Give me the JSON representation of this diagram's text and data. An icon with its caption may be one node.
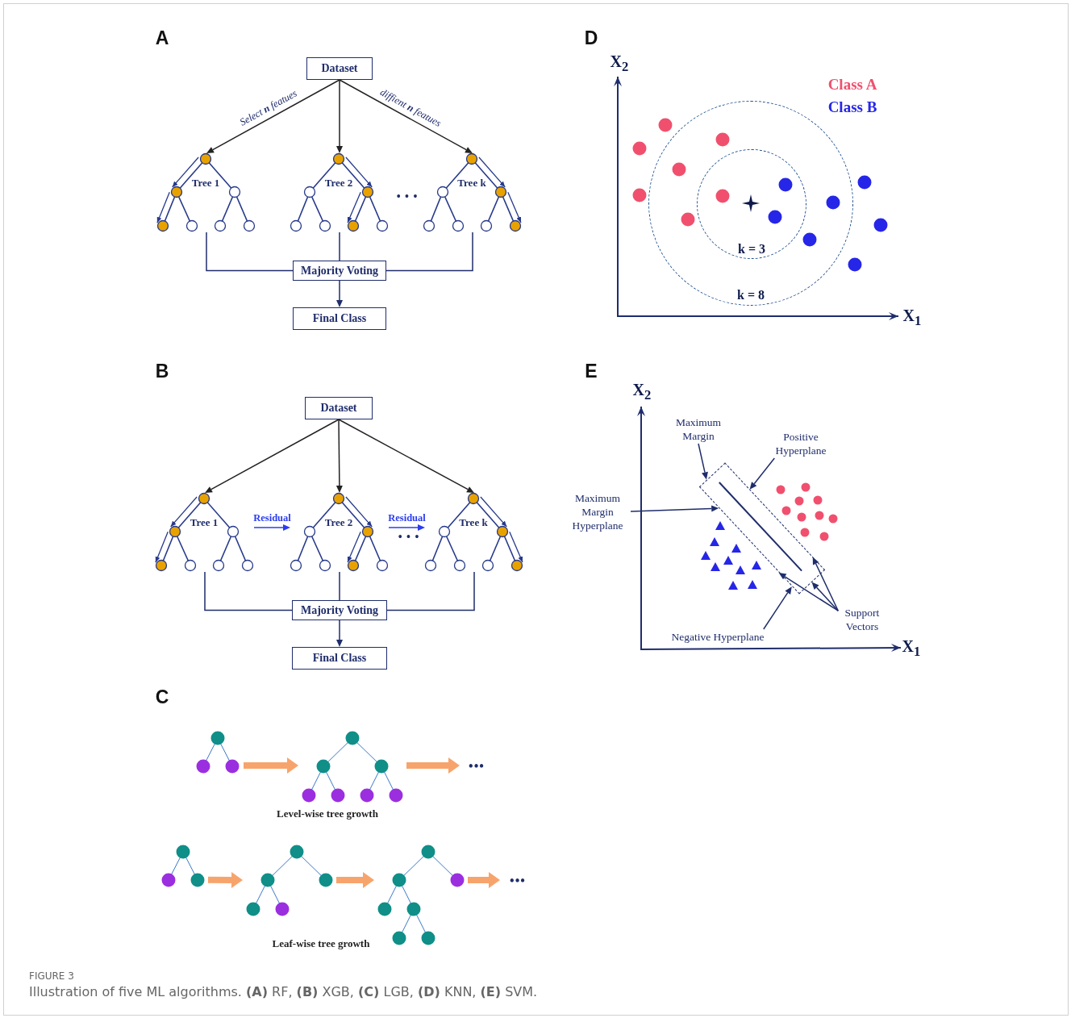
{
  "diagram": {
    "title": "FIGURE 3",
    "caption": "Illustration of five ML algorithms. **(A)** RF, **(B)** XGB, **(C)** LGB, **(D)** KNN, **(E)** SVM.",
    "nodes": [
      {
        "text": [
          "Dataset"
        ]
      },
      {
        "text": [
          "Tree 1"
        ]
      },
      {
        "text": [
          "Tree 2"
        ]
      },
      {
        "text": [
          "Tree k"
        ]
      },
      {
        "text": [
          "Majority Voting"
        ]
      },
      {
        "text": [
          "Final Class"
        ]
      },
      {
        "text": [
          "Dataset"
        ]
      },
      {
        "text": [
          "Tree 1"
        ]
      },
      {
        "text": [
          "Tree 2"
        ]
      },
      {
        "text": [
          "Tree k"
        ]
      },
      {
        "text": [
          "Majority Voting"
        ]
      },
      {
        "text": [
          "Final Class"
        ]
      },
      {
        "text": [],
        "shape": "tree"
      },
      {
        "text": [],
        "shape": "tree"
      },
      {
        "text": [
          "•••"
        ]
      },
      {
        "text": [],
        "shape": "tree"
      },
      {
        "text": [],
        "shape": "tree"
      },
      {
        "text": [],
        "shape": "tree"
      },
      {
        "text": [
          "•••"
        ]
      },
      {
        "text": [
          "k = 8"
        ]
      },
      {
        "text": [
          "k = 3"
        ],
        "in": 19
      },
      {
        "text": [
          "Maximum Margin"
        ]
      },
      {
        "text": [
          "Positive Hyperplane"
        ]
      },
      {
        "text": [
          "Maximum Margin Hyperplane"
        ]
      },
      {
        "text": [
          "Support Vectors"
        ]
      },
      {
        "text": [
          "Negative Hyperplane"
        ]
      },
      {
        "text": [],
        "shape": "box"
      }
    ],
    "edges": [
      {
        "from": 0,
        "to": 1,
        "arrow": "to",
        "label": "Select **n** featues",
        "color": "#222222"
      },
      {
        "from": 0,
        "to": 2,
        "arrow": "to",
        "color": "#222222"
      },
      {
        "from": 0,
        "to": 3,
        "arrow": "to",
        "label": "diffient **n** featues",
        "color": "#222222"
      },
      {
        "from": 1,
        "to": 4,
        "arrow": "none"
      },
      {
        "from": 2,
        "to": 4,
        "arrow": "none"
      },
      {
        "from": 3,
        "to": 4,
        "arrow": "none"
      },
      {
        "from": 4,
        "to": 5,
        "arrow": "to"
      },
      {
        "from": 6,
        "to": 7,
        "arrow": "to",
        "color": "#222222"
      },
      {
        "from": 6,
        "to": 8,
        "arrow": "to",
        "color": "#222222"
      },
      {
        "from": 6,
        "to": 9,
        "arrow": "to",
        "color": "#222222"
      },
      {
        "from": 7,
        "to": 8,
        "arrow": "to",
        "label": "Residual",
        "color": "#2b3cf0"
      },
      {
        "from": 8,
        "to": 9,
        "arrow": "to",
        "label": "Residual",
        "color": "#2b3cf0"
      },
      {
        "from": 7,
        "to": 10,
        "arrow": "none"
      },
      {
        "from": 8,
        "to": 10,
        "arrow": "none"
      },
      {
        "from": 9,
        "to": 10,
        "arrow": "none"
      },
      {
        "from": 10,
        "to": 11,
        "arrow": "to"
      },
      {
        "from": 12,
        "to": 13,
        "arrow": "to",
        "style": "thick",
        "color": "#f7a46c"
      },
      {
        "from": 13,
        "to": 14,
        "arrow": "to",
        "style": "thick",
        "color": "#f7a46c"
      },
      {
        "from": 15,
        "to": 16,
        "arrow": "to",
        "style": "thick",
        "color": "#f7a46c"
      },
      {
        "from": 16,
        "to": 17,
        "arrow": "to",
        "style": "thick",
        "color": "#f7a46c"
      },
      {
        "from": 17,
        "to": 18,
        "arrow": "to",
        "style": "thick",
        "color": "#f7a46c"
      },
      {
        "from": 21,
        "to": 26,
        "arrow": "to"
      },
      {
        "from": 22,
        "to": 26,
        "arrow": "to"
      },
      {
        "from": 23,
        "to": 26,
        "arrow": "to"
      },
      {
        "from": 24,
        "to": 26,
        "arrow": "to"
      },
      {
        "from": 24,
        "to": 26,
        "arrow": "to"
      },
      {
        "from": 24,
        "to": 26,
        "arrow": "to"
      },
      {
        "from": 25,
        "to": 26,
        "arrow": "to"
      }
    ],
    "labels": [
      "A",
      "D",
      "X$_{2}$",
      "• • •",
      "X$_{1}$",
      "B",
      "E",
      "X$_{2}$",
      "• • •",
      "X$_{1}$",
      "C",
      "Level-wise tree growth",
      "Leaf-wise tree growth"
    ],
    "legend": [
      {
        "text": "Class A",
        "color": "#f0506e"
      },
      {
        "text": "Class B",
        "color": "#2626e8"
      }
    ]
  }
}
